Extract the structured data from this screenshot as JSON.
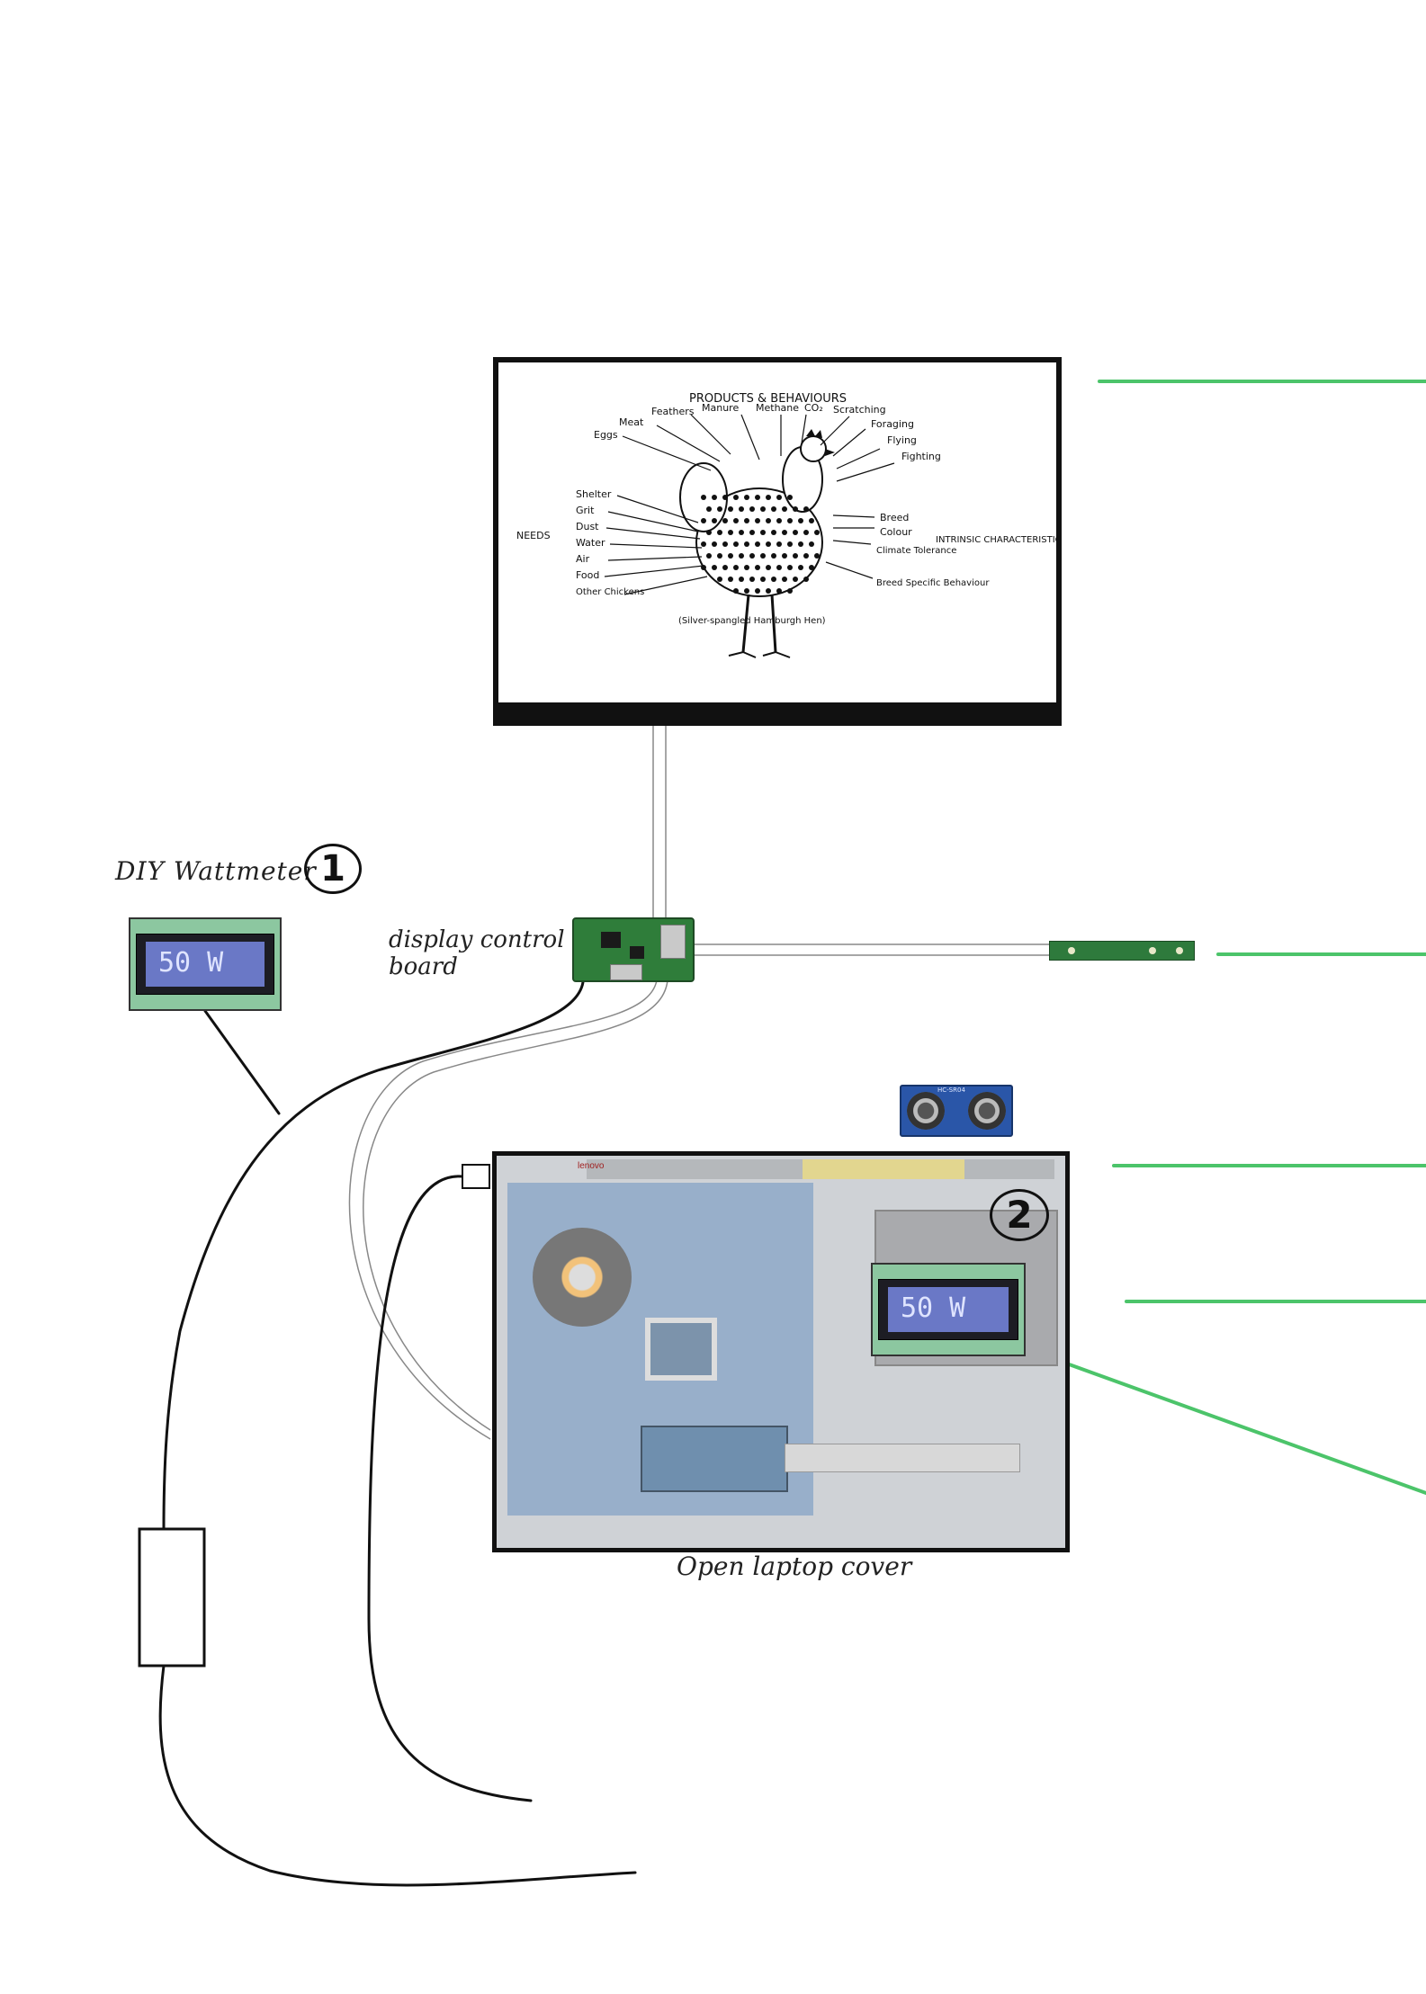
{
  "labels": {
    "wattmeter": "DIY Wattmeter",
    "wattmeter_number": "1",
    "control_board": "display control board",
    "laptop_cover": "Open laptop cover",
    "laptop_number": "2"
  },
  "wattmeter_readings": {
    "meter_1": "50 W",
    "meter_2": "50 W"
  },
  "laptop_brand": "lenovo",
  "sonar_label": "HC-SR04",
  "chicken_diagram": {
    "title": "PRODUCTS & BEHAVIOURS",
    "products": [
      "Eggs",
      "Meat",
      "Feathers",
      "Manure",
      "Methane",
      "CO₂",
      "Scratching",
      "Foraging",
      "Flying",
      "Fighting"
    ],
    "needs_label": "NEEDS",
    "needs": [
      "Shelter",
      "Grit",
      "Dust",
      "Water",
      "Air",
      "Food",
      "Other Chickens"
    ],
    "intrinsic_label": "INTRINSIC CHARACTERISTICS",
    "intrinsic": [
      "Breed",
      "Colour",
      "Climate Tolerance",
      "Breed Specific Behaviour"
    ],
    "caption": "(Silver-spangled Hamburgh Hen)"
  },
  "colors": {
    "annotation_line": "#4cc46a",
    "pcb_green": "#2f7d3a",
    "lcd_blue": "#6a78c6",
    "lcd_frame": "#8cc7a0"
  }
}
